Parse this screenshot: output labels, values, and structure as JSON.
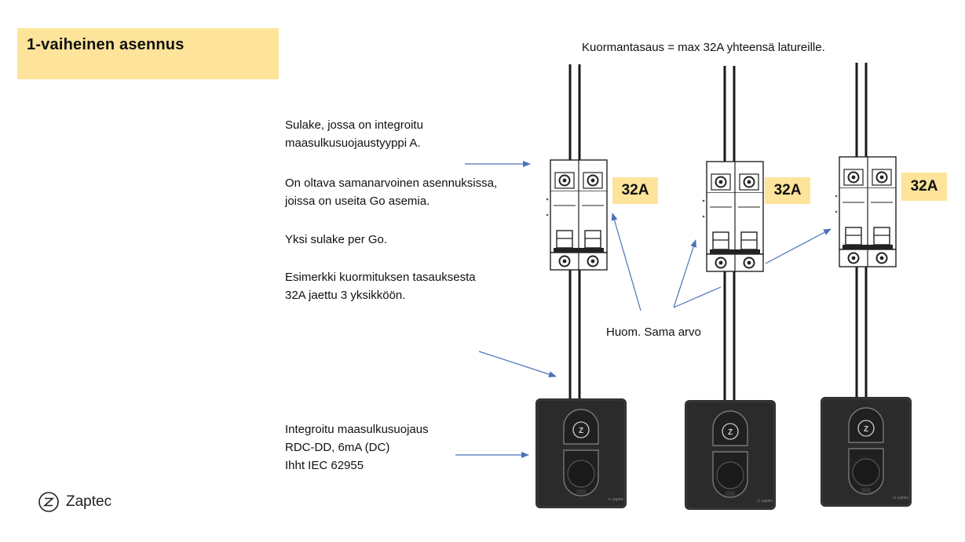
{
  "title": "1-vaiheinen asennus",
  "load_balancing_note": "Kuormantasaus = max 32A yhteensä latureille.",
  "fuse_description": {
    "line1": "Sulake, jossa on integroitu\nmaasulkusuojaustyyppi A.",
    "line2": "On oltava samanarvoinen asennuksissa,\njoissa on useita Go asemia.",
    "line3": "Yksi sulake per Go.",
    "line4": "Esimerkki kuormituksen tasauksesta\n32A jaettu 3 yksikköön."
  },
  "same_value_note": "Huom. Sama arvo",
  "rcd_description": "Integroitu maasulkusuojaus\nRDC-DD, 6mA (DC)\nIhht IEC 62955",
  "breaker_ratings": [
    "32A",
    "32A",
    "32A"
  ],
  "brand": "Zaptec",
  "colors": {
    "accent_yellow": "#fde49a",
    "arrow_blue": "#4a72b8",
    "charger_dark": "#2b2b2b"
  }
}
